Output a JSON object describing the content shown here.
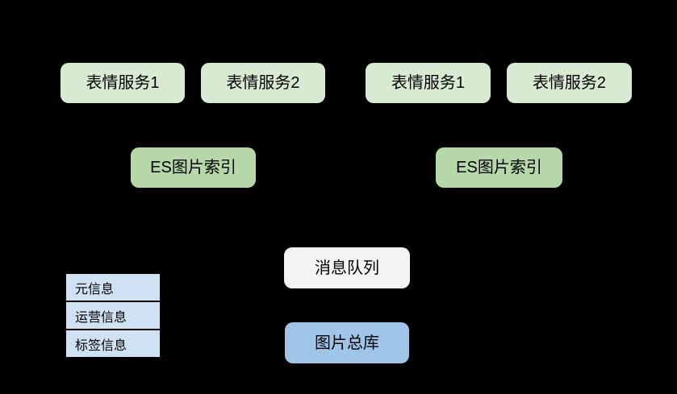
{
  "diagram": {
    "background": "#000000",
    "text_color": "#000000",
    "nodes": [
      {
        "id": "emoji-service-1-left",
        "label": "表情服务1",
        "fill": "#d9ead3"
      },
      {
        "id": "emoji-service-2-left",
        "label": "表情服务2",
        "fill": "#d9ead3"
      },
      {
        "id": "emoji-service-1-right",
        "label": "表情服务1",
        "fill": "#d9ead3"
      },
      {
        "id": "emoji-service-2-right",
        "label": "表情服务2",
        "fill": "#d9ead3"
      },
      {
        "id": "es-image-index-left",
        "label": "ES图片索引",
        "fill": "#b6d7a8"
      },
      {
        "id": "es-image-index-right",
        "label": "ES图片索引",
        "fill": "#b6d7a8"
      },
      {
        "id": "message-queue",
        "label": "消息队列",
        "fill": "#f3f3f3"
      },
      {
        "id": "image-master-store",
        "label": "图片总库",
        "fill": "#9fc5e8"
      }
    ],
    "table": {
      "fill": "#cfe2f3",
      "border_color": "#000000",
      "rows": [
        {
          "label": "元信息"
        },
        {
          "label": "运营信息"
        },
        {
          "label": "标签信息"
        }
      ]
    }
  }
}
